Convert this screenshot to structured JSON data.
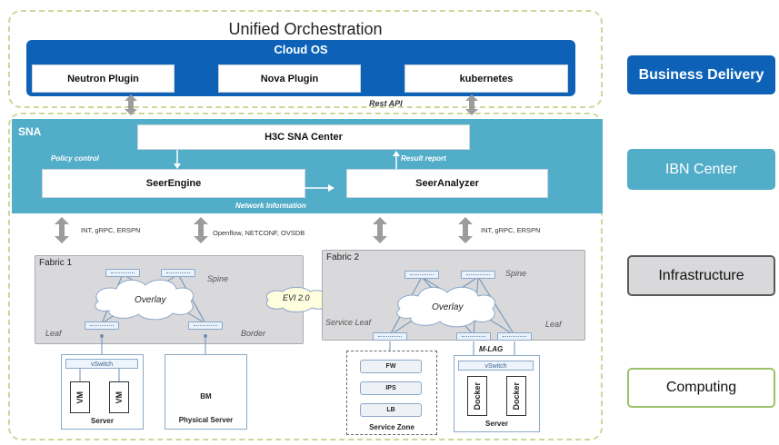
{
  "orchestration": {
    "title": "Unified Orchestration",
    "cloud_os": "Cloud OS",
    "plugins": [
      "Neutron Plugin",
      "Nova Plugin",
      "kubernetes"
    ],
    "rest_api": "Rest API"
  },
  "sna": {
    "label": "SNA",
    "center": "H3C SNA Center",
    "policy_control": "Policy control",
    "result_report": "Result report",
    "seer_engine": "SeerEngine",
    "seer_analyzer": "SeerAnalyzer",
    "network_information": "Network Information"
  },
  "protocols": {
    "left": "INT, gRPC, ERSPN",
    "middle": "Openflow, NETCONF, OVSDB",
    "right": "INT, gRPC, ERSPN"
  },
  "fabric1": {
    "title": "Fabric 1",
    "spine": "Spine",
    "overlay": "Overlay",
    "leaf": "Leaf",
    "border": "Border"
  },
  "evi": "EVI 2.0",
  "fabric2": {
    "title": "Fabric 2",
    "spine": "Spine",
    "overlay": "Overlay",
    "service_leaf": "Service Leaf",
    "leaf": "Leaf",
    "mlag": "M-LAG"
  },
  "server1": {
    "vswitch": "vSwitch",
    "vm": [
      "VM",
      "VM"
    ],
    "label": "Server"
  },
  "bm": {
    "title": "BM",
    "label": "Physical Server"
  },
  "service_zone": {
    "items": [
      "FW",
      "IPS",
      "LB"
    ],
    "label": "Service Zone"
  },
  "server2": {
    "vswitch": "vSwitch",
    "containers": [
      "Docker",
      "Docker"
    ],
    "label": "Server"
  },
  "layers": {
    "business_delivery": "Business Delivery",
    "ibn_center": "IBN Center",
    "infrastructure": "Infrastructure",
    "computing": "Computing"
  },
  "colors": {
    "cloud_blue": "#0d62b8",
    "sna_teal": "#52adc9",
    "fabric_gray": "#d9d9dc",
    "frame_green": "#c9d99a"
  }
}
